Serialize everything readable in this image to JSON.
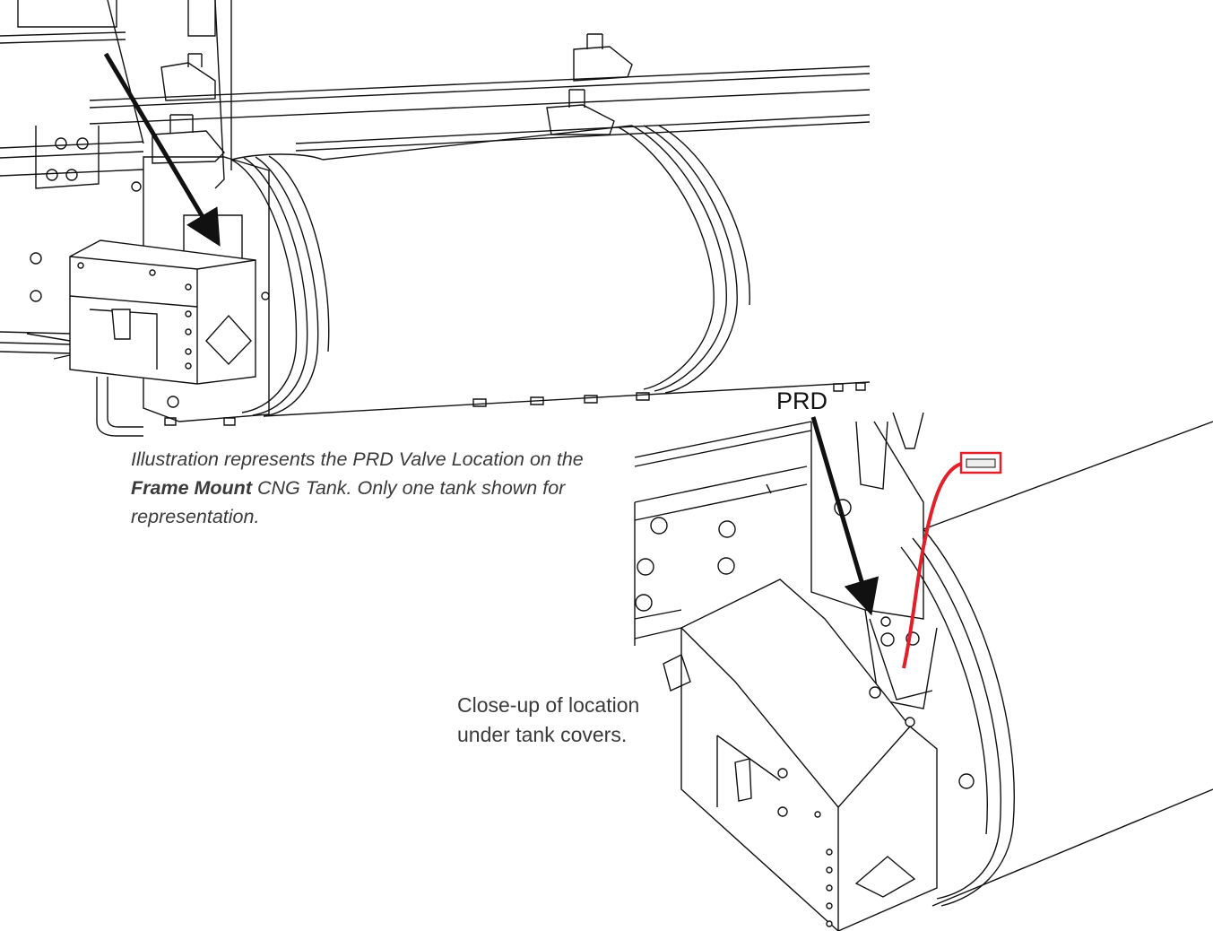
{
  "captions": {
    "main_prefix": "Illustration represents the PRD Valve Location on the ",
    "main_bold": "Frame Mount",
    "main_suffix": " CNG Tank. Only one tank shown for representation.",
    "closeup": "Close-up of location under tank covers."
  },
  "labels": {
    "prd": "PRD"
  },
  "colors": {
    "line": "#111111",
    "arrow": "#111111",
    "highlight": "#e0202a",
    "caption_text": "#3a3a3a"
  }
}
